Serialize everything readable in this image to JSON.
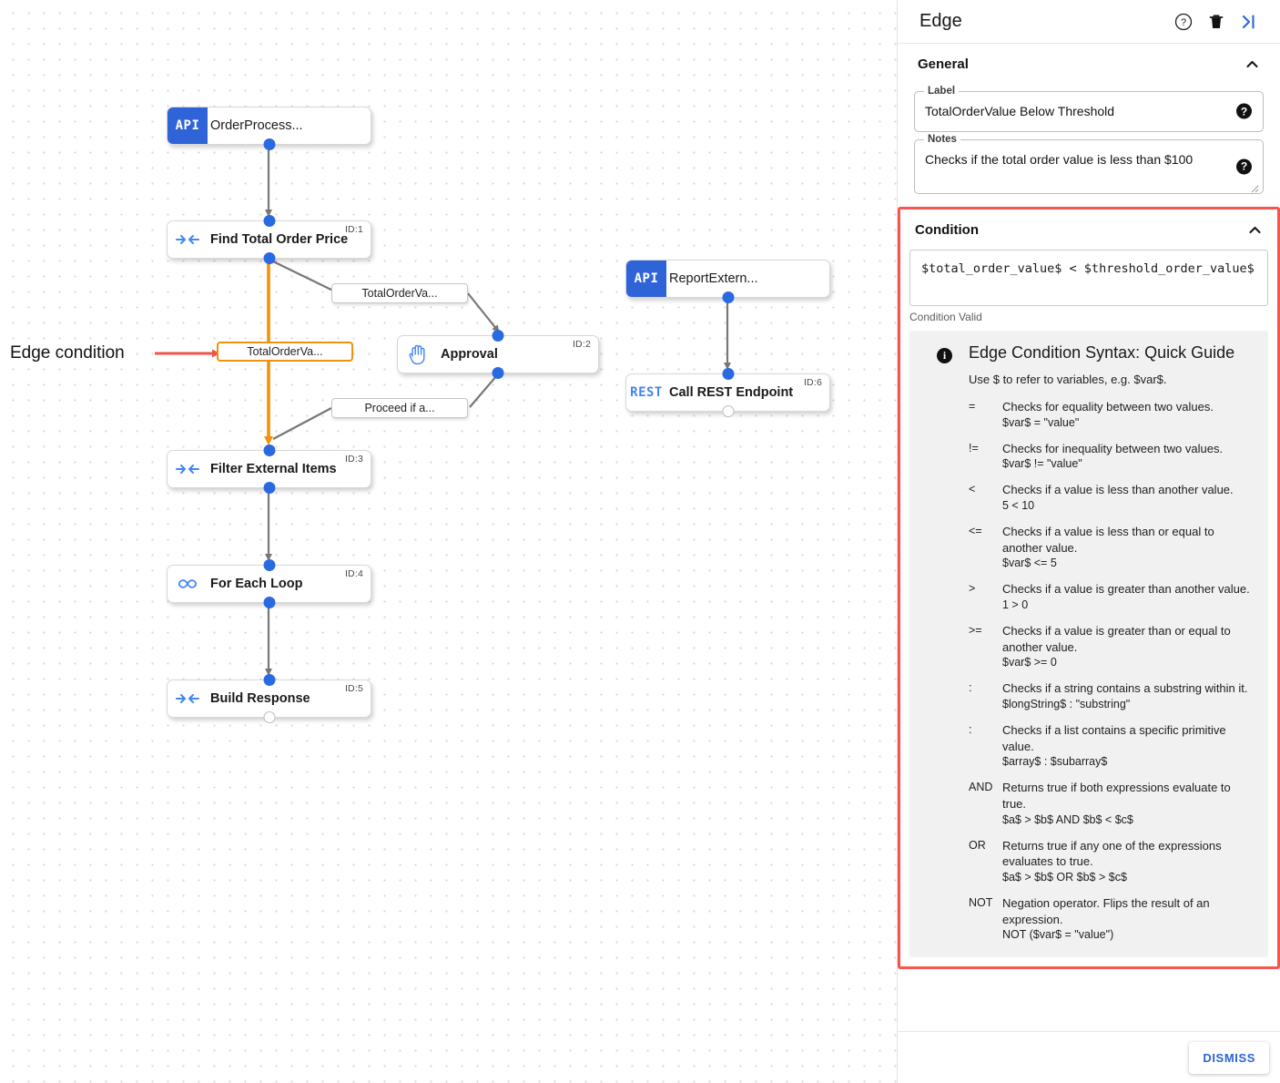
{
  "panel": {
    "title": "Edge",
    "header_icons": [
      {
        "name": "help-icon",
        "glyph": "?"
      },
      {
        "name": "delete-icon",
        "glyph": "trash"
      },
      {
        "name": "collapse-panel-icon",
        "glyph": ">|"
      }
    ],
    "general": {
      "title": "General",
      "label_field": {
        "legend": "Label",
        "value": "TotalOrderValue Below Threshold",
        "help": "?"
      },
      "notes_field": {
        "legend": "Notes",
        "value": "Checks if the total order value is less than $100",
        "help": "?"
      }
    },
    "condition": {
      "title": "Condition",
      "expression": "$total_order_value$ < $threshold_order_value$",
      "status": "Condition Valid",
      "highlight_color": "#f9554c",
      "guide": {
        "title": "Edge Condition Syntax: Quick Guide",
        "intro": "Use $ to refer to variables, e.g. $var$.",
        "operators": [
          {
            "symbol": "=",
            "description": "Checks for equality between two values.",
            "example": "$var$ = \"value\""
          },
          {
            "symbol": "!=",
            "description": "Checks for inequality between two values.",
            "example": "$var$ != \"value\""
          },
          {
            "symbol": "<",
            "description": "Checks if a value is less than another value.",
            "example": "5 < 10"
          },
          {
            "symbol": "<=",
            "description": "Checks if a value is less than or equal to another value.",
            "example": "$var$ <= 5"
          },
          {
            "symbol": ">",
            "description": "Checks if a value is greater than another value.",
            "example": "1 > 0"
          },
          {
            "symbol": ">=",
            "description": "Checks if a value is greater than or equal to another value.",
            "example": "$var$ >= 0"
          },
          {
            "symbol": ":",
            "description": "Checks if a string contains a substring within it.",
            "example": "$longString$ : \"substring\""
          },
          {
            "symbol": ":",
            "description": "Checks if a list contains a specific primitive value.",
            "example": "$array$ : $subarray$"
          },
          {
            "symbol": "AND",
            "description": "Returns true if both expressions evaluate to true.",
            "example": "$a$ > $b$ AND $b$ < $c$"
          },
          {
            "symbol": "OR",
            "description": "Returns true if any one of the expressions evaluates to true.",
            "example": "$a$ > $b$ OR $b$ > $c$"
          },
          {
            "symbol": "NOT",
            "description": "Negation operator. Flips the result of an expression.",
            "example": "NOT ($var$ = \"value\")"
          }
        ]
      }
    },
    "footer": {
      "dismiss_label": "DISMISS"
    }
  },
  "canvas": {
    "annotation": {
      "text": "Edge condition",
      "arrow_color": "#f1534a"
    },
    "selected_edge_color": "#f2910b",
    "nodes": [
      {
        "id": "n0",
        "kind": "api",
        "icon": "API",
        "title": "OrderProcess...",
        "id_label": ""
      },
      {
        "id": "n1",
        "kind": "step",
        "icon": "transform-icon",
        "title": "Find Total Order Price",
        "id_label": "ID:1"
      },
      {
        "id": "n2",
        "kind": "step",
        "icon": "hand-icon",
        "title": "Approval",
        "id_label": "ID:2"
      },
      {
        "id": "n3",
        "kind": "step",
        "icon": "transform-icon",
        "title": "Filter External Items",
        "id_label": "ID:3"
      },
      {
        "id": "n4",
        "kind": "step",
        "icon": "infinity-icon",
        "title": "For Each Loop",
        "id_label": "ID:4"
      },
      {
        "id": "n5",
        "kind": "step",
        "icon": "transform-icon",
        "title": "Build Response",
        "id_label": "ID:5"
      },
      {
        "id": "n6",
        "kind": "api",
        "icon": "API",
        "title": "ReportExtern...",
        "id_label": ""
      },
      {
        "id": "n7",
        "kind": "rest",
        "icon": "REST",
        "title": "Call REST Endpoint",
        "id_label": "ID:6"
      }
    ],
    "edge_labels": [
      {
        "id": "e0",
        "text": "TotalOrderVa...",
        "selected": false
      },
      {
        "id": "e1",
        "text": "TotalOrderVa...",
        "selected": true
      },
      {
        "id": "e2",
        "text": "Proceed if a...",
        "selected": false
      }
    ]
  }
}
